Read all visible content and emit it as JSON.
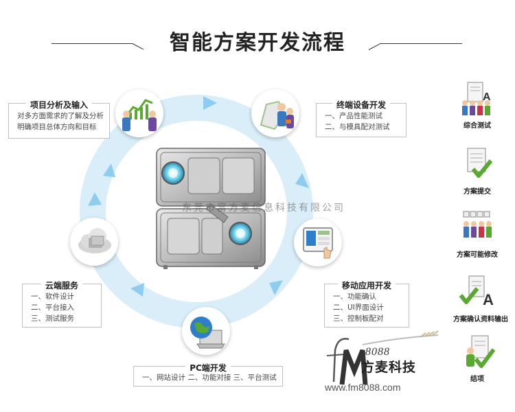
{
  "title": "智能方案开发流程",
  "watermark": "东莞市富方麦信息科技有限公司",
  "steps": {
    "analysis": {
      "title": "项目分析及输入",
      "lines": [
        "对多方面需求的了解及分析",
        "明确项目总体方向和目标"
      ]
    },
    "terminal": {
      "title": "终端设备开发",
      "lines": [
        "一、产品性能测试",
        "二、与模具配对测试"
      ]
    },
    "cloud": {
      "title": "云端服务",
      "lines": [
        "一、软件设计",
        "二、平台接入",
        "三、测试服务"
      ]
    },
    "mobile": {
      "title": "移动应用开发",
      "lines": [
        "一、功能确认",
        "二、UI界面设计",
        "三、控制板配对"
      ]
    },
    "pc": {
      "title": "PC端开发",
      "line": "一、网站设计   二、功能对接   三、平台测试"
    }
  },
  "sidebar": [
    {
      "label": "综合测试",
      "icon": "team-document-icon"
    },
    {
      "label": "方案提交",
      "icon": "document-check-icon"
    },
    {
      "label": "方案可能修改",
      "icon": "team-edit-icon"
    },
    {
      "label": "方案确认资料输出",
      "icon": "check-document-icon"
    },
    {
      "label": "结项",
      "icon": "person-check-icon"
    }
  ],
  "logo": {
    "number": "8088",
    "name": "方麦科技",
    "url": "www.fm8088.com"
  },
  "colors": {
    "ring": "#d9eef9",
    "arrow": "#8fcdf0",
    "accent_green": "#5aa832",
    "accent_blue": "#2e7ec9"
  }
}
